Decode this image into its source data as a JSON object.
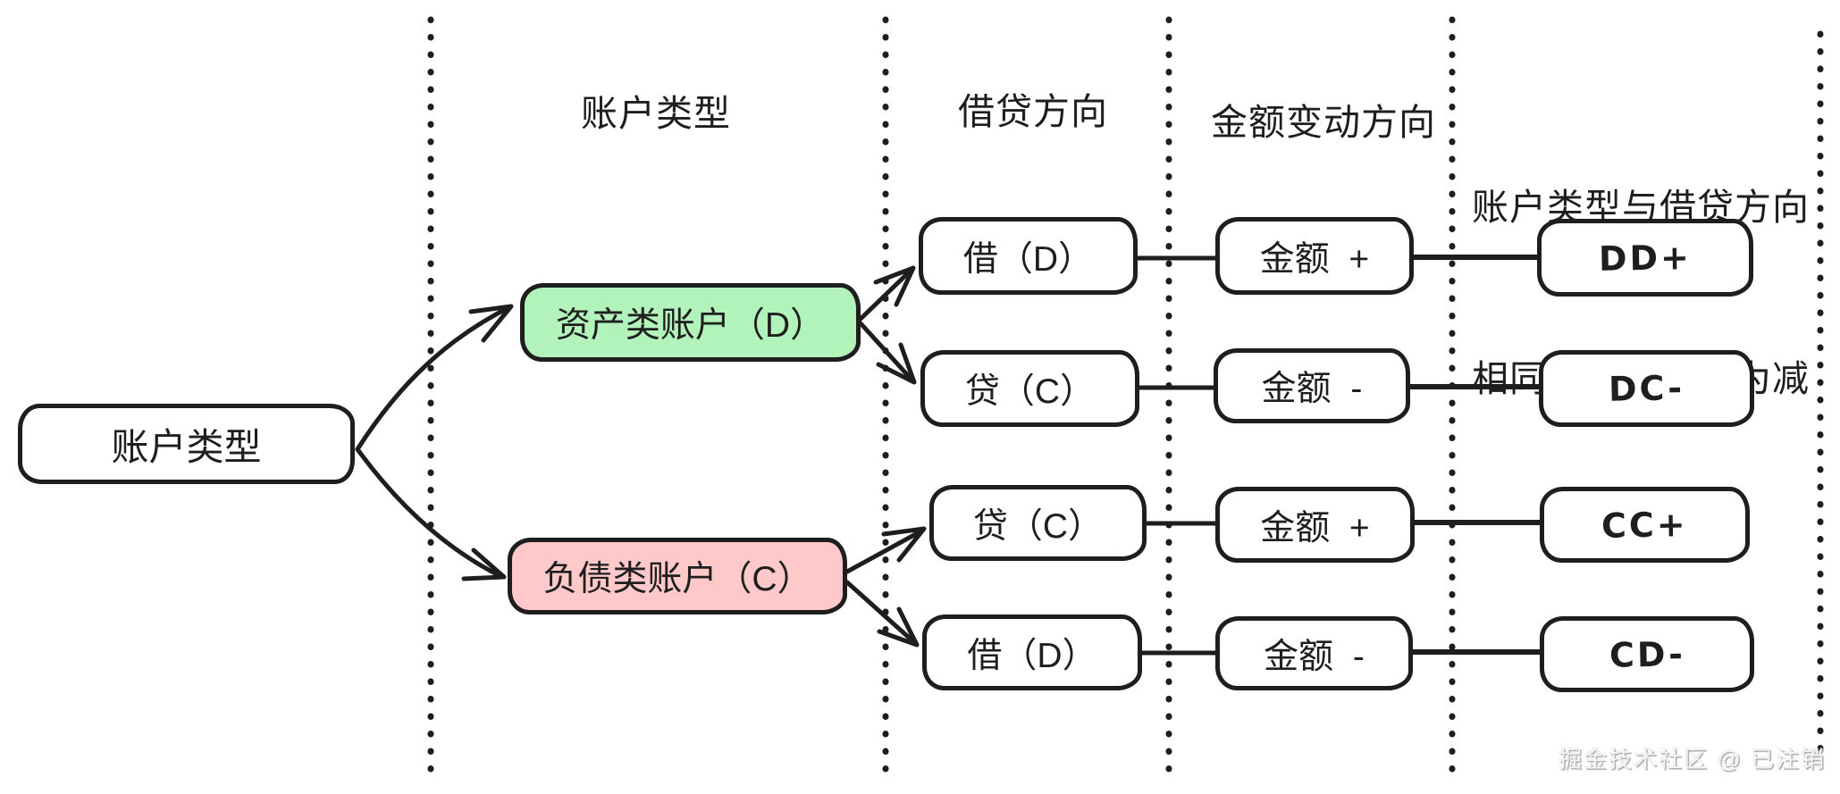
{
  "colors": {
    "ink": "#1e1e1e",
    "asset_fill": "#b2f2bb",
    "liability_fill": "#ffc9c9",
    "node_fill": "#ffffff",
    "watermark_color": "#f5f5f5"
  },
  "headers": {
    "account_type": "账户类型",
    "debit_credit": "借贷方向",
    "amount_change": "金额变动方向",
    "rule_line1": "账户类型与借贷方向",
    "rule_line2": "相同为加，相异为减"
  },
  "root": {
    "label": "账户类型"
  },
  "branches": {
    "asset": {
      "label": "资产类账户（D）"
    },
    "liability": {
      "label": "负债类账户（C）"
    }
  },
  "rows": {
    "direction": [
      "借（D）",
      "贷（C）",
      "贷（C）",
      "借（D）"
    ],
    "amount": [
      "金额  +",
      "金额  -",
      "金额  +",
      "金额  -"
    ],
    "result": [
      "DD+",
      "DC-",
      "CC+",
      "CD-"
    ]
  },
  "watermark": "掘金技术社区 @ 已注销"
}
